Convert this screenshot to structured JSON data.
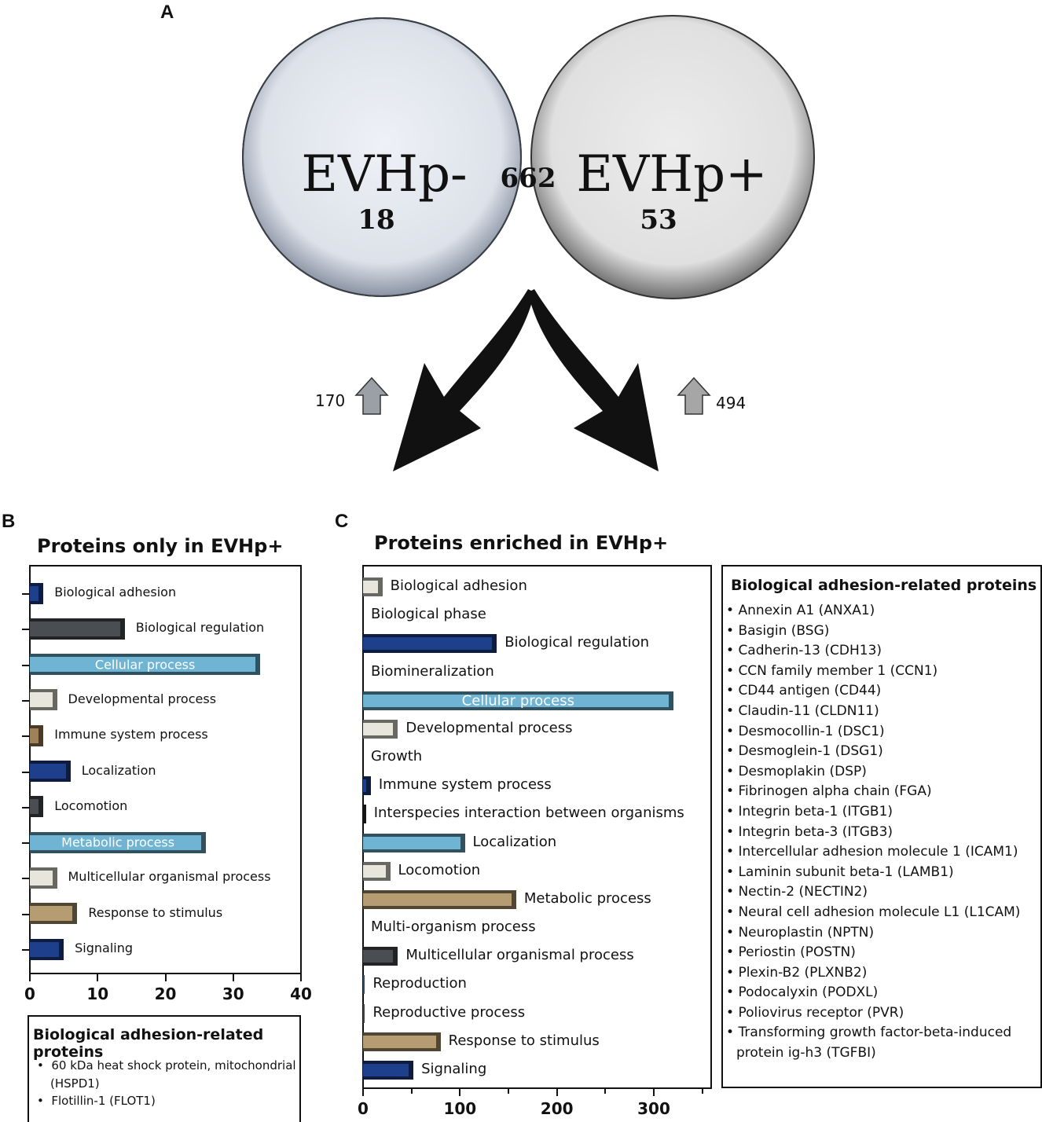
{
  "panels": {
    "A": "A",
    "B": "B",
    "C": "C"
  },
  "venn": {
    "left_label": "EVHp-",
    "left_count": "18",
    "right_label": "EVHp+",
    "right_count": "53",
    "overlap_count": "662",
    "up_left": "170",
    "up_right": "494",
    "colors": {
      "left_fill": "#dfe3ea",
      "right_fill": "#e4e4e4",
      "overlap": "#cfd4db",
      "arrow": "#111111",
      "up_arrow": "#9aa0a6"
    }
  },
  "chart_data": [
    {
      "type": "bar",
      "orientation": "horizontal",
      "title": "Proteins only in EVHp+",
      "categories": [
        "Biological adhesion",
        "Biological regulation",
        "Cellular process",
        "Developmental process",
        "Immune system process",
        "Localization",
        "Locomotion",
        "Metabolic process",
        "Multicellular organismal process",
        "Response to stimulus",
        "Signaling"
      ],
      "values": [
        2,
        14,
        34,
        4,
        2,
        6,
        2,
        26,
        4,
        7,
        5
      ],
      "colors": [
        "#1d3f8c",
        "#4a4d52",
        "#6fb4d2",
        "#e8e6dc",
        "#a0825a",
        "#1d3f8c",
        "#4a4d52",
        "#6fb4d2",
        "#e8e6dc",
        "#b59c72",
        "#1d3f8c"
      ],
      "xlim": [
        0,
        40
      ],
      "xticks": [
        "0",
        "10",
        "20",
        "30",
        "40"
      ],
      "grid": false
    },
    {
      "type": "bar",
      "orientation": "horizontal",
      "title": "Proteins enriched in EVHp+",
      "categories": [
        "Biological adhesion",
        "Biological phase",
        "Biological regulation",
        "Biomineralization",
        "Cellular process",
        "Developmental process",
        "Growth",
        "Immune system process",
        "Interspecies interaction between organisms",
        "Localization",
        "Locomotion",
        "Metabolic process",
        "Multi-organism process",
        "Multicellular organismal process",
        "Reproduction",
        "Reproductive process",
        "Response to stimulus",
        "Signaling"
      ],
      "values": [
        20,
        0,
        138,
        0,
        320,
        36,
        0,
        8,
        3,
        105,
        28,
        158,
        0,
        36,
        2,
        2,
        80,
        52
      ],
      "colors": [
        "#e8e6dc",
        "#ffffff",
        "#1d3f8c",
        "#ffffff",
        "#6fb4d2",
        "#e8e6dc",
        "#ffffff",
        "#1d3f8c",
        "#333333",
        "#6fb4d2",
        "#e8e6dc",
        "#b59c72",
        "#ffffff",
        "#4a4d52",
        "#6fb4d2",
        "#999999",
        "#b59c72",
        "#1d3f8c"
      ],
      "xlim": [
        0,
        360
      ],
      "xticks": [
        "0",
        "100",
        "200",
        "300"
      ],
      "grid": false
    }
  ],
  "boxB": {
    "title": "Biological adhesion-related proteins",
    "items": [
      "60 kDa heat shock protein, mitochondrial",
      "(HSPD1)",
      "Flotillin-1 (FLOT1)"
    ]
  },
  "boxC": {
    "title": "Biological adhesion-related proteins",
    "items": [
      "Annexin A1 (ANXA1)",
      "Basigin (BSG)",
      "Cadherin-13 (CDH13)",
      "CCN family member 1 (CCN1)",
      "CD44 antigen (CD44)",
      "Claudin-11 (CLDN11)",
      "Desmocollin-1 (DSC1)",
      "Desmoglein-1 (DSG1)",
      "Desmoplakin (DSP)",
      "Fibrinogen alpha chain (FGA)",
      "Integrin beta-1 (ITGB1)",
      "Integrin beta-3 (ITGB3)",
      "Intercellular adhesion molecule 1 (ICAM1)",
      "Laminin subunit beta-1 (LAMB1)",
      "Nectin-2 (NECTIN2)",
      "Neural cell adhesion molecule L1 (L1CAM)",
      "Neuroplastin (NPTN)",
      "Periostin (POSTN)",
      "Plexin-B2 (PLXNB2)",
      "Podocalyxin (PODXL)",
      "Poliovirus receptor (PVR)",
      "Transforming growth factor-beta-induced",
      "protein ig-h3 (TGFBI)"
    ]
  }
}
